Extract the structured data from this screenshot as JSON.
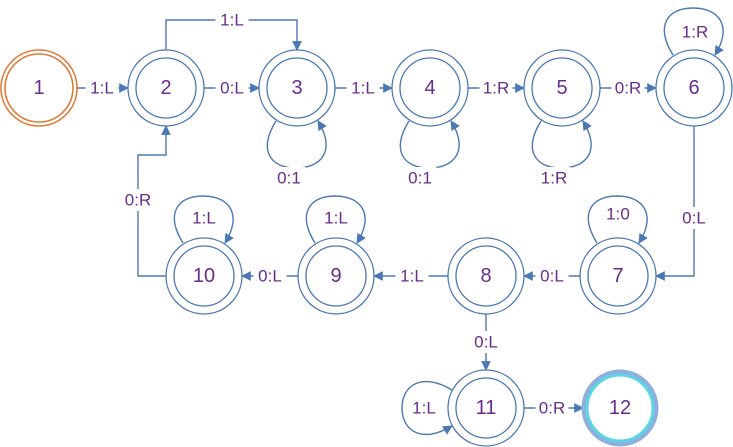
{
  "colors": {
    "state_stroke": "#4a78b5",
    "start_stroke": "#e07b39",
    "end_outer": "#8fb0dd",
    "end_inner": "#5bd6e6",
    "edge": "#4a78b5",
    "text": "#6a2c8a"
  },
  "states": [
    {
      "id": "1",
      "label": "1",
      "kind": "start"
    },
    {
      "id": "2",
      "label": "2",
      "kind": "normal"
    },
    {
      "id": "3",
      "label": "3",
      "kind": "normal"
    },
    {
      "id": "4",
      "label": "4",
      "kind": "normal"
    },
    {
      "id": "5",
      "label": "5",
      "kind": "normal"
    },
    {
      "id": "6",
      "label": "6",
      "kind": "normal"
    },
    {
      "id": "7",
      "label": "7",
      "kind": "normal"
    },
    {
      "id": "8",
      "label": "8",
      "kind": "normal"
    },
    {
      "id": "9",
      "label": "9",
      "kind": "normal"
    },
    {
      "id": "10",
      "label": "10",
      "kind": "normal"
    },
    {
      "id": "11",
      "label": "11",
      "kind": "normal"
    },
    {
      "id": "12",
      "label": "12",
      "kind": "accept"
    }
  ],
  "transitions": [
    {
      "from": "1",
      "to": "2",
      "label": "1:L"
    },
    {
      "from": "2",
      "to": "3",
      "label": "0:L"
    },
    {
      "from": "2",
      "to": "3",
      "label": "1:L",
      "route": "over"
    },
    {
      "from": "3",
      "to": "3",
      "label": "0:1"
    },
    {
      "from": "3",
      "to": "4",
      "label": "1:L"
    },
    {
      "from": "4",
      "to": "4",
      "label": "0:1"
    },
    {
      "from": "4",
      "to": "5",
      "label": "1:R"
    },
    {
      "from": "5",
      "to": "5",
      "label": "1:R"
    },
    {
      "from": "5",
      "to": "6",
      "label": "0:R"
    },
    {
      "from": "6",
      "to": "6",
      "label": "1:R"
    },
    {
      "from": "6",
      "to": "7",
      "label": "0:L"
    },
    {
      "from": "7",
      "to": "7",
      "label": "1:0"
    },
    {
      "from": "7",
      "to": "8",
      "label": "0:L"
    },
    {
      "from": "8",
      "to": "9",
      "label": "1:L"
    },
    {
      "from": "9",
      "to": "9",
      "label": "1:L"
    },
    {
      "from": "9",
      "to": "10",
      "label": "0:L"
    },
    {
      "from": "10",
      "to": "10",
      "label": "1:L"
    },
    {
      "from": "10",
      "to": "2",
      "label": "0:R"
    },
    {
      "from": "8",
      "to": "11",
      "label": "0:L"
    },
    {
      "from": "11",
      "to": "11",
      "label": "1:L"
    },
    {
      "from": "11",
      "to": "12",
      "label": "0:R"
    }
  ]
}
